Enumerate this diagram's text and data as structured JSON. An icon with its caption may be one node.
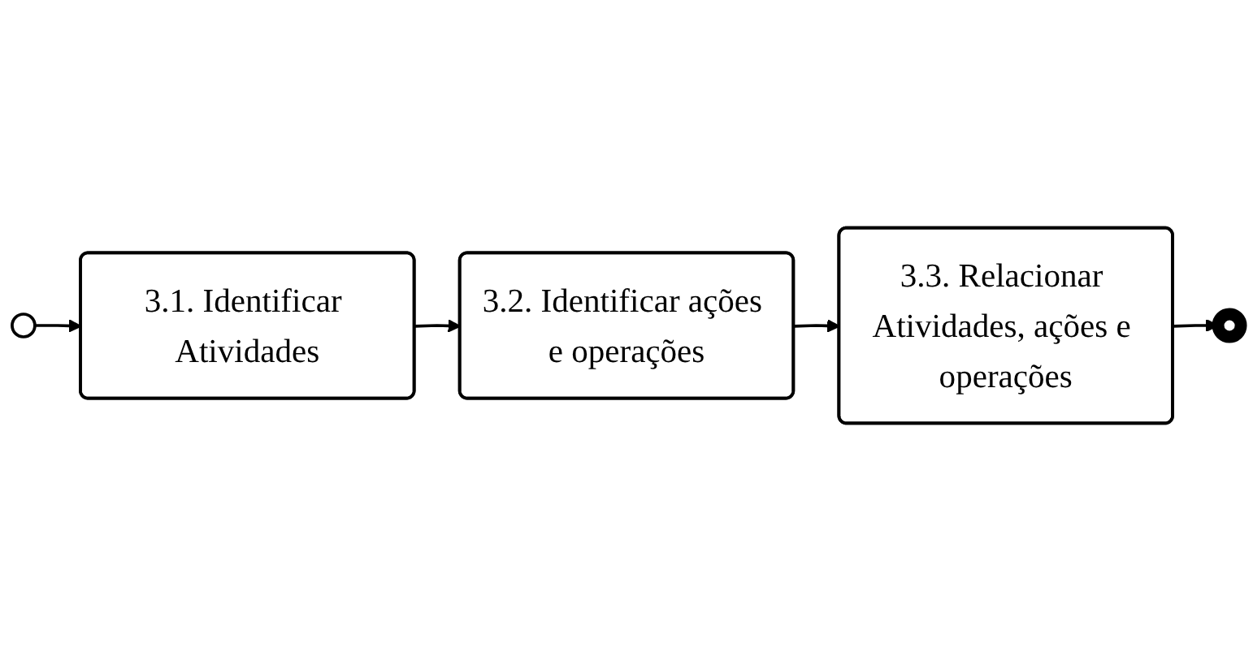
{
  "diagram": {
    "nodes": [
      {
        "text": [],
        "shape": "circle"
      },
      {
        "text": [
          "3.1. Identificar Atividades"
        ]
      },
      {
        "text": [
          "3.2. Identificar ações e operações"
        ]
      },
      {
        "text": [
          "3.3. Relacionar Atividades, ações e operações"
        ]
      },
      {
        "text": [],
        "shape": "circle"
      }
    ],
    "edges": [
      {
        "from": 0,
        "to": 1,
        "arrow": "to"
      },
      {
        "from": 1,
        "to": 2,
        "arrow": "to"
      },
      {
        "from": 2,
        "to": 3,
        "arrow": "to"
      },
      {
        "from": 3,
        "to": 4,
        "arrow": "to"
      }
    ]
  }
}
